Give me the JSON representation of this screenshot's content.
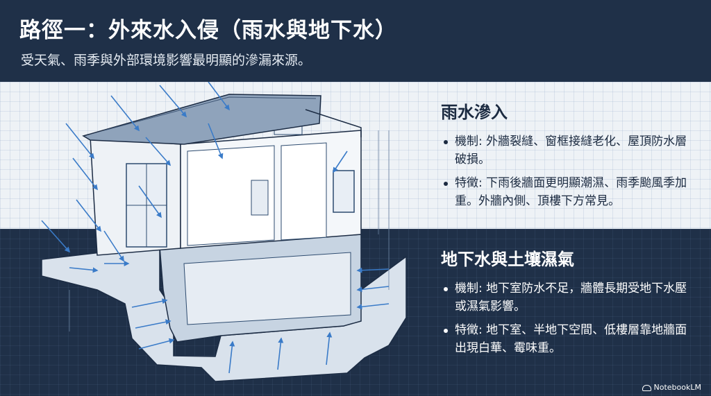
{
  "header": {
    "title": "路徑一：外來水入侵（雨水與地下水）",
    "subtitle": "受天氣、雨季與外部環境影響最明顯的滲漏來源。"
  },
  "rain_panel": {
    "heading": "雨水滲入",
    "bullets": [
      "機制: 外牆裂縫、窗框接縫老化、屋頂防水層破損。",
      "特徵: 下雨後牆面更明顯潮濕、雨季颱風季加重。外牆內側、頂樓下方常見。"
    ]
  },
  "ground_panel": {
    "heading": "地下水與土壤濕氣",
    "bullets": [
      "機制: 地下室防水不足，牆體長期受地下水壓或濕氣影響。",
      "特徵: 地下室、半地下空間、低樓層靠地牆面出現白華、霉味重。"
    ]
  },
  "brand": {
    "label": "NotebookLM",
    "icon": "notebook-icon"
  },
  "illustration": {
    "icon": "house-cross-section-icon"
  },
  "colors": {
    "navy": "#1f3048",
    "light_grid": "#eef2f6",
    "arrow_blue": "#3a7bc8",
    "line": "#2c4a6e"
  }
}
